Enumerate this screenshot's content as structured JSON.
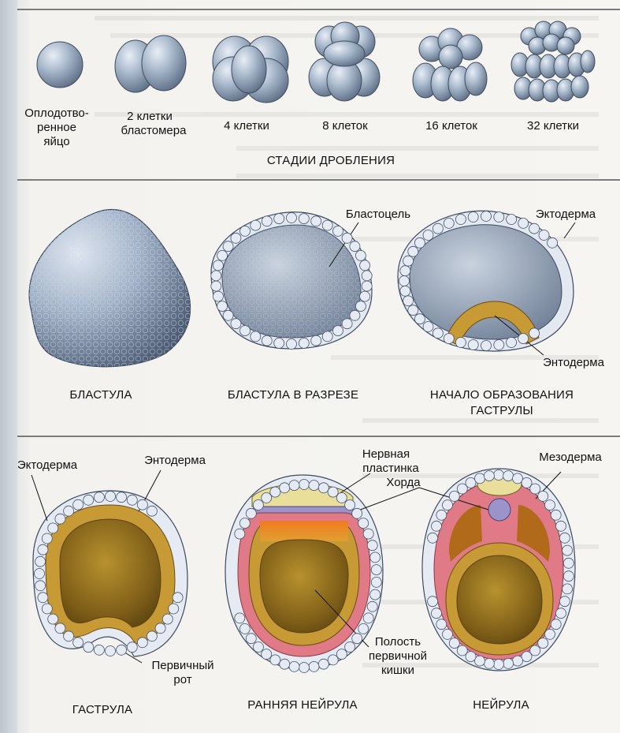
{
  "cleavage": {
    "labels": {
      "fertilized_egg_l1": "Оплодотво-",
      "fertilized_egg_l2": "ренное",
      "fertilized_egg_l3": "яйцо",
      "two_cells_l1": "2 клетки",
      "two_cells_l2": "бластомера",
      "four_cells": "4 клетки",
      "eight_cells": "8 клеток",
      "sixteen_cells": "16 клеток",
      "thirtytwo_cells": "32 клетки"
    },
    "caption": "СТАДИИ ДРОБЛЕНИЯ"
  },
  "blastula": {
    "labels": {
      "blastocoel": "Бластоцель",
      "ectoderm": "Эктодерма",
      "endoderm": "Энтодерма"
    },
    "captions": {
      "blastula": "БЛАСТУЛА",
      "blastula_section": "БЛАСТУЛА В РАЗРЕЗЕ",
      "gastrulation_start_l1": "НАЧАЛО ОБРАЗОВАНИЯ",
      "gastrulation_start_l2": "ГАСТРУЛЫ"
    }
  },
  "neurula": {
    "labels": {
      "ectoderm": "Эктодерма",
      "endoderm": "Энтодерма",
      "neural_plate_l1": "Нервная",
      "neural_plate_l2": "пластинка",
      "mesoderm": "Мезодерма",
      "notochord": "Хорда",
      "primary_mouth_l1": "Первичный",
      "primary_mouth_l2": "рот",
      "gut_cavity_l1": "Полость",
      "gut_cavity_l2": "первичной",
      "gut_cavity_l3": "кишки"
    },
    "captions": {
      "gastrula": "ГАСТРУЛА",
      "early_neurula": "РАННЯЯ НЕЙРУЛА",
      "neurula": "НЕЙРУЛА"
    }
  },
  "colors": {
    "cell_blue": "#8fa2b9",
    "ectoderm_cell": "#e6ebf3",
    "endoderm": "#c89a36",
    "mesoderm": "#e07a86",
    "neural_plate": "#e9df9a",
    "notochord": "#9b93c9",
    "cavity": "#8a6a1e"
  }
}
